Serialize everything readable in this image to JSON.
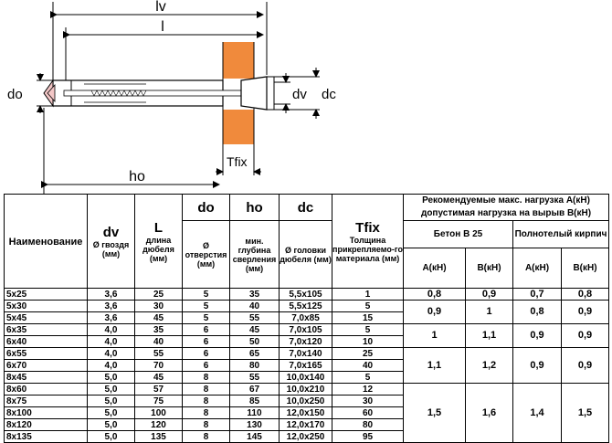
{
  "diagram": {
    "labels": {
      "lv": "lv",
      "l": "l",
      "do": "do",
      "dv": "dv",
      "dc": "dc",
      "tfix": "Tfix",
      "ho": "ho"
    },
    "colors": {
      "plate": "#f08a3c",
      "tip": "#f3c6c6"
    }
  },
  "table": {
    "headers": {
      "name": "Наименование",
      "dv_sym": "dv",
      "dv_desc": "Ø гвоздя (мм)",
      "L_sym": "L",
      "L_desc": "длина дюбеля (мм)",
      "do_sym": "do",
      "do_desc": "Ø отверстия (мм)",
      "ho_sym": "ho",
      "ho_desc": "мин. глубина сверления (мм)",
      "dc_sym": "dc",
      "dc_desc": "Ø головки дюбеля (мм)",
      "tfix_sym": "Tfix",
      "tfix_desc": "Толщина прикрепляемо-го материала (мм)",
      "load_line1": "Рекомендуемые макс. нагрузка  А(кН)",
      "load_line2": "допустимая нагрузка на вырыв  В(кН)",
      "concrete": "Бетон В 25",
      "brick": "Полнотелый кирпич",
      "a1": "А(кН)",
      "b1": "В(кН)",
      "a2": "А(кН)",
      "b2": "В(кН)"
    },
    "rows": [
      [
        "5x25",
        "3,6",
        "25",
        "5",
        "35",
        "5,5x105",
        "1"
      ],
      [
        "5x30",
        "3,6",
        "30",
        "5",
        "40",
        "5,5x125",
        "5"
      ],
      [
        "5x45",
        "3,6",
        "45",
        "5",
        "55",
        "7,0x85",
        "15"
      ],
      [
        "6x35",
        "4,0",
        "35",
        "6",
        "45",
        "7,0x105",
        "5"
      ],
      [
        "6x40",
        "4,0",
        "40",
        "6",
        "50",
        "7,0x120",
        "10"
      ],
      [
        "6x55",
        "4,0",
        "55",
        "6",
        "65",
        "7,0x140",
        "25"
      ],
      [
        "6x70",
        "4,0",
        "70",
        "6",
        "80",
        "7,0x165",
        "40"
      ],
      [
        "8x45",
        "5,0",
        "45",
        "8",
        "55",
        "10,0x140",
        "5"
      ],
      [
        "8x60",
        "5,0",
        "57",
        "8",
        "67",
        "10,0x210",
        "12"
      ],
      [
        "8x75",
        "5,0",
        "75",
        "8",
        "85",
        "10,0x250",
        "30"
      ],
      [
        "8x100",
        "5,0",
        "100",
        "8",
        "110",
        "12,0x150",
        "60"
      ],
      [
        "8x120",
        "5,0",
        "120",
        "8",
        "130",
        "12,0x170",
        "80"
      ],
      [
        "8x135",
        "5,0",
        "135",
        "8",
        "145",
        "12,0x250",
        "95"
      ]
    ],
    "loads": {
      "r1": [
        "0,8",
        "0,9",
        "0,7",
        "0,8"
      ],
      "g2": [
        "0,9",
        "1",
        "0,8",
        "0,9"
      ],
      "g3": [
        "1",
        "1,1",
        "0,9",
        "0,9"
      ],
      "g4": [
        "1,1",
        "1,2",
        "0,9",
        "0,9"
      ],
      "g5": [
        "1,5",
        "1,6",
        "1,4",
        "1,5"
      ]
    }
  }
}
